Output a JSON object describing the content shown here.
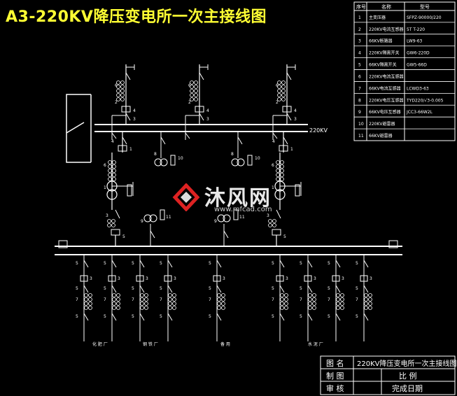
{
  "title": "A3-220KV降压变电所一次主接线图",
  "bus_label": "220KV",
  "parts_table": {
    "headers": [
      "序号",
      "名称",
      "型号"
    ],
    "rows": [
      [
        "1",
        "主变压器",
        "SFPZ-90000/220"
      ],
      [
        "2",
        "220KV电流互感器",
        "5T T-220"
      ],
      [
        "3",
        "66KV断路器",
        "LW9-63"
      ],
      [
        "4",
        "220KV隔离开关",
        "GW6-220D"
      ],
      [
        "5",
        "66KV隔离开关",
        "GW5-66D"
      ],
      [
        "6",
        "220KV电流互感器",
        ""
      ],
      [
        "7",
        "66KV电流互感器",
        "LCWD3-63"
      ],
      [
        "8",
        "220KV电压互感器",
        "TYD220/√3-0.005"
      ],
      [
        "9",
        "66KV电压互感器",
        "JCC3-66W2L"
      ],
      [
        "10",
        "220KV避雷器",
        ""
      ],
      [
        "11",
        "66KV避雷器",
        ""
      ]
    ]
  },
  "title_block": {
    "drawing_name_label": "图  名",
    "drawing_name": "220KV降压变电所一次主接线图",
    "drawn_by_label": "制  图",
    "scale_label": "比  例",
    "review_label": "审  核",
    "date_label": "完成日期"
  },
  "feeder_labels": [
    "化 肥 厂",
    "钢 铁 厂",
    "备  用",
    "水 泥 厂"
  ],
  "watermark": {
    "text": "沐风网",
    "url": "www.mfcad.com"
  },
  "colors": {
    "background": "#000000",
    "lines": "#ffffff",
    "title": "#ffff33"
  }
}
